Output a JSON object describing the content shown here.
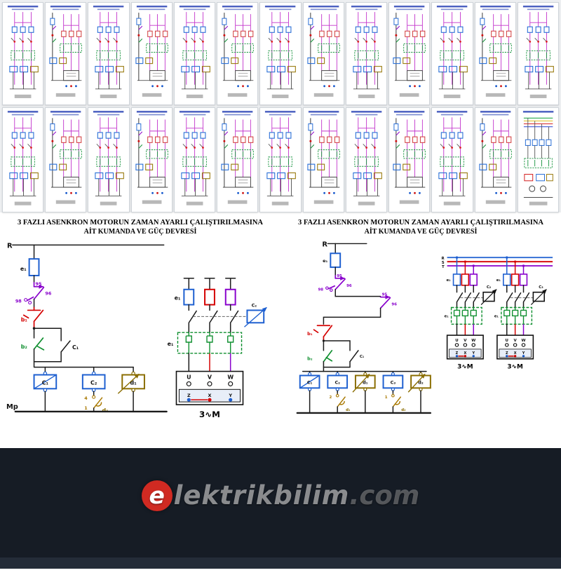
{
  "gallery": {
    "rows": [
      {
        "count": 13
      },
      {
        "count": 13
      }
    ]
  },
  "diagrams": {
    "left": {
      "title1": "3 FAZLI ASENKRON MOTORUN ZAMAN AYARLI ÇALIŞTIRILMASINA",
      "title2": "AİT KUMANDA VE GÜÇ DEVRESİ",
      "labels": {
        "R": "R",
        "Mp": "Mp",
        "e1": "e₁",
        "n95": "95",
        "n96": "96",
        "n98": "98",
        "b1": "b₁",
        "b2": "b₂",
        "seal": "C₁",
        "coil1": "C₁",
        "coil2": "C₂",
        "coil3": "d₁",
        "tc_num_top": "4",
        "tc_num_bot": "1",
        "tc": "d₁",
        "pfuse": "e₁",
        "pcontactor": "C₂",
        "overload": "e₁",
        "U": "U",
        "V": "V",
        "W": "W",
        "Z": "Z",
        "X": "X",
        "Y": "Y",
        "motor": "3∿M"
      }
    },
    "right": {
      "title1": "3 FAZLI ASENKRON MOTORUN ZAMAN AYARLI ÇALIŞTIRILMASINA",
      "title2": "AİT KUMANDA VE GÜÇ DEVRESİ",
      "labels": {
        "R": "R",
        "e1": "e₁",
        "n95a": "95",
        "n96a": "96",
        "n98": "98",
        "n95b": "95",
        "n96b": "96",
        "b1": "b₁",
        "b2": "b₂",
        "seal": "C₁",
        "coil1": "C₁",
        "coil2": "C₂",
        "coil3": "d₁",
        "coil4": "C₃",
        "coil5": "d₂",
        "tc1": "d₁",
        "tc1_num": "2",
        "tc2": "d₂",
        "tc2_num": "1",
        "busR": "R",
        "busS": "S",
        "busT": "T",
        "pfuse1": "e₁",
        "pfuse2": "e₁",
        "pc1": "C₂",
        "pc2": "C₃",
        "ol1": "e₁",
        "ol2": "e₁",
        "U": "U",
        "V": "V",
        "W": "W",
        "Z": "Z",
        "X": "X",
        "Y": "Y",
        "motor": "3∿M"
      }
    }
  },
  "footer": {
    "logo_letter": "e",
    "brand": "lektrikbilim",
    "tld": ".com"
  },
  "colors": {
    "wire": "#1a1a1a",
    "blue": "#1d5fd0",
    "red": "#d40000",
    "purple": "#8800cc",
    "green": "#0f8f2f",
    "olive": "#8a6d00",
    "brown": "#a87800",
    "footer_bg": "#161c25",
    "logo_red": "#d02a22"
  }
}
